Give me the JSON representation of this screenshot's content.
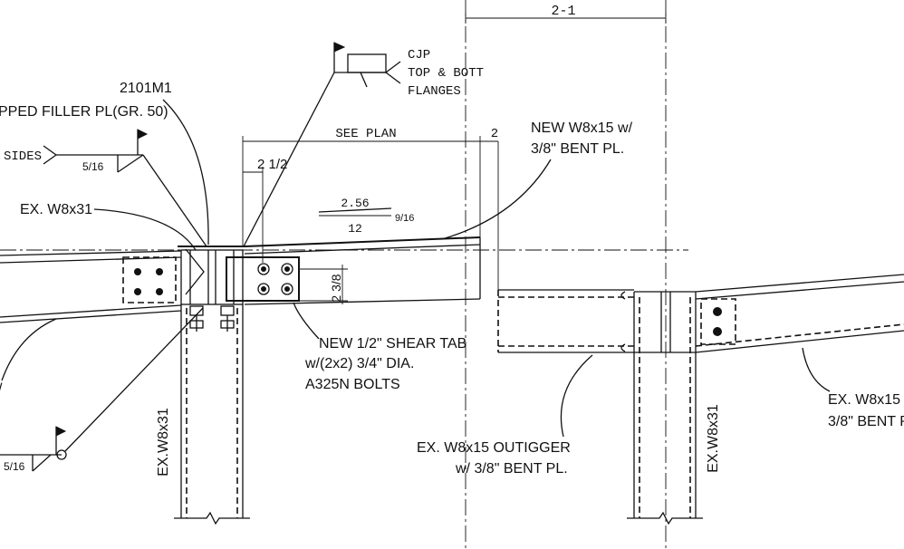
{
  "labels": {
    "section_ref": "2-1",
    "cjp_note": [
      "CJP",
      "TOP & BOTT",
      "FLANGES"
    ],
    "weld_ref": "2101M1",
    "filler_pl": "PPED FILLER PL(GR. 50)",
    "sides": "SIDES",
    "weld_size_a": "5/16",
    "weld_size_b": "5/16",
    "ex_w8x31_top": "EX. W8x31",
    "see_plan": "SEE PLAN",
    "dim_2": "2",
    "dim_2_half": "2 1/2",
    "new_w8x15": [
      "NEW W8x15 w/",
      "3/8\" BENT PL."
    ],
    "slope_top": "2.56",
    "slope_bottom": "12",
    "slope_side": "9/16",
    "dim_2_3_8": "2 3/8",
    "shear_tab": [
      "NEW 1/2\" SHEAR TAB",
      "w/(2x2) 3/4\" DIA.",
      "A325N BOLTS"
    ],
    "ex_w8x31_col_left": "EX.W8x31",
    "ex_w8x31_col_right": "EX.W8x31",
    "outrigger": [
      "EX. W8x15 OUTIGGER",
      "w/ 3/8\" BENT PL."
    ],
    "ex_w8x15_right": [
      "EX. W8x15",
      "3/8\" BENT P"
    ],
    "left_edge_mark": "/"
  }
}
